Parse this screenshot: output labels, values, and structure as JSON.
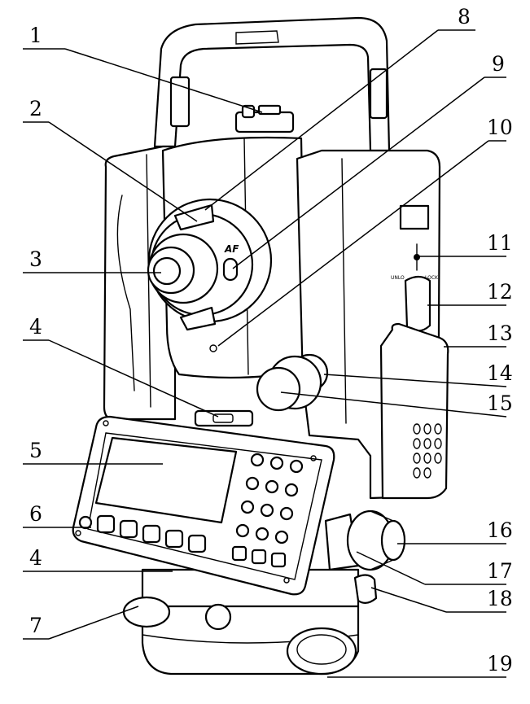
{
  "callouts": [
    {
      "id": "1",
      "label": "1"
    },
    {
      "id": "2",
      "label": "2"
    },
    {
      "id": "3",
      "label": "3"
    },
    {
      "id": "4a",
      "label": "4"
    },
    {
      "id": "5",
      "label": "5"
    },
    {
      "id": "6",
      "label": "6"
    },
    {
      "id": "4b",
      "label": "4"
    },
    {
      "id": "7",
      "label": "7"
    },
    {
      "id": "8",
      "label": "8"
    },
    {
      "id": "9",
      "label": "9"
    },
    {
      "id": "10",
      "label": "10"
    },
    {
      "id": "11",
      "label": "11"
    },
    {
      "id": "12",
      "label": "12"
    },
    {
      "id": "13",
      "label": "13"
    },
    {
      "id": "14",
      "label": "14"
    },
    {
      "id": "15",
      "label": "15"
    },
    {
      "id": "16",
      "label": "16"
    },
    {
      "id": "17",
      "label": "17"
    },
    {
      "id": "18",
      "label": "18"
    },
    {
      "id": "19",
      "label": "19"
    }
  ],
  "device_markings": {
    "af_badge": "AF",
    "lock_text_left": "UNLO",
    "lock_text_right": "LOCK"
  }
}
